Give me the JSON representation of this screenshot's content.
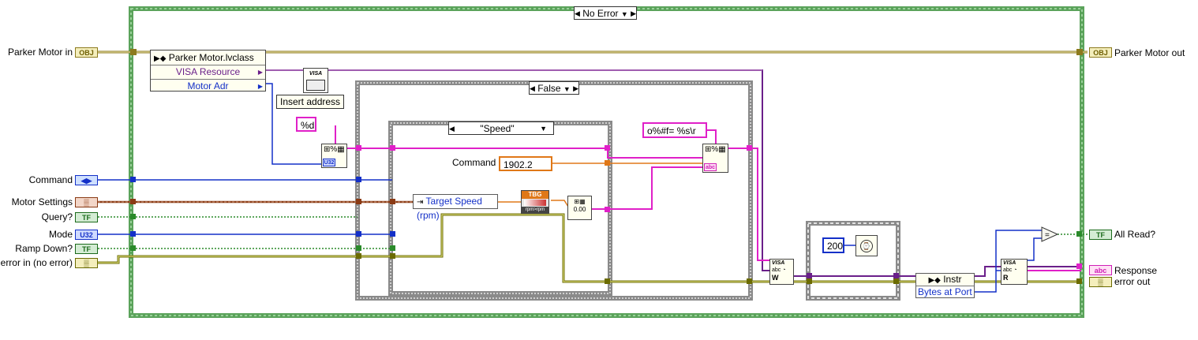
{
  "colors": {
    "outer_case_border": "#5ba35b",
    "class_wire": "#8c7a1e",
    "visa_wire": "#6a1f8a",
    "string_wire": "#e020c8",
    "enum_wire": "#1430c8",
    "cluster_wire": "#8a3a14",
    "bool_wire": "#2a8a2a",
    "error_wire": "#6b6b00",
    "numeric_wire": "#e07818"
  },
  "outer_case": {
    "selector": "No Error"
  },
  "controls": {
    "parker_motor_in": {
      "label": "Parker Motor in",
      "term": "OBJ"
    },
    "command": {
      "label": "Command",
      "term": "◀▶"
    },
    "motor_settings": {
      "label": "Motor Settings",
      "term": "▒"
    },
    "query": {
      "label": "Query?",
      "term": "TF"
    },
    "mode": {
      "label": "Mode",
      "term": "U32"
    },
    "ramp_down": {
      "label": "Ramp Down?",
      "term": "TF"
    },
    "error_in": {
      "label": "error in (no error)",
      "term": "▒"
    }
  },
  "indicators": {
    "parker_motor_out": {
      "label": "Parker Motor out",
      "term": "OBJ"
    },
    "all_read": {
      "label": "All Read?",
      "term": "TF"
    },
    "response": {
      "label": "Response",
      "term": "abc"
    },
    "error_out": {
      "label": "error out",
      "term": "▒"
    }
  },
  "unbundle": {
    "class_name": "Parker Motor.lvclass",
    "items": [
      "VISA Resource",
      "Motor Adr"
    ]
  },
  "insert_address": {
    "label": "Insert address",
    "icon": "visa-icon"
  },
  "format_string_1": {
    "constant": "%d"
  },
  "inner_case": {
    "selector": "False"
  },
  "speed_case": {
    "selector": "\"Speed\""
  },
  "command_const": {
    "label": "Command",
    "value": "1902.2"
  },
  "target_speed": {
    "label": "Target Speed (rpm)"
  },
  "tbg_subvi": {
    "top": "TBG",
    "bottom": "rpm>rpm"
  },
  "format_string_2": {
    "constant": "o%#f= %s\\r"
  },
  "wait_const": {
    "value": "200"
  },
  "property_node": {
    "class": "Instr",
    "property": "Bytes at Port"
  },
  "visa_write": {
    "text": "VISA",
    "sub": "abc"
  },
  "visa_read": {
    "text": "VISA",
    "sub": "abc"
  }
}
